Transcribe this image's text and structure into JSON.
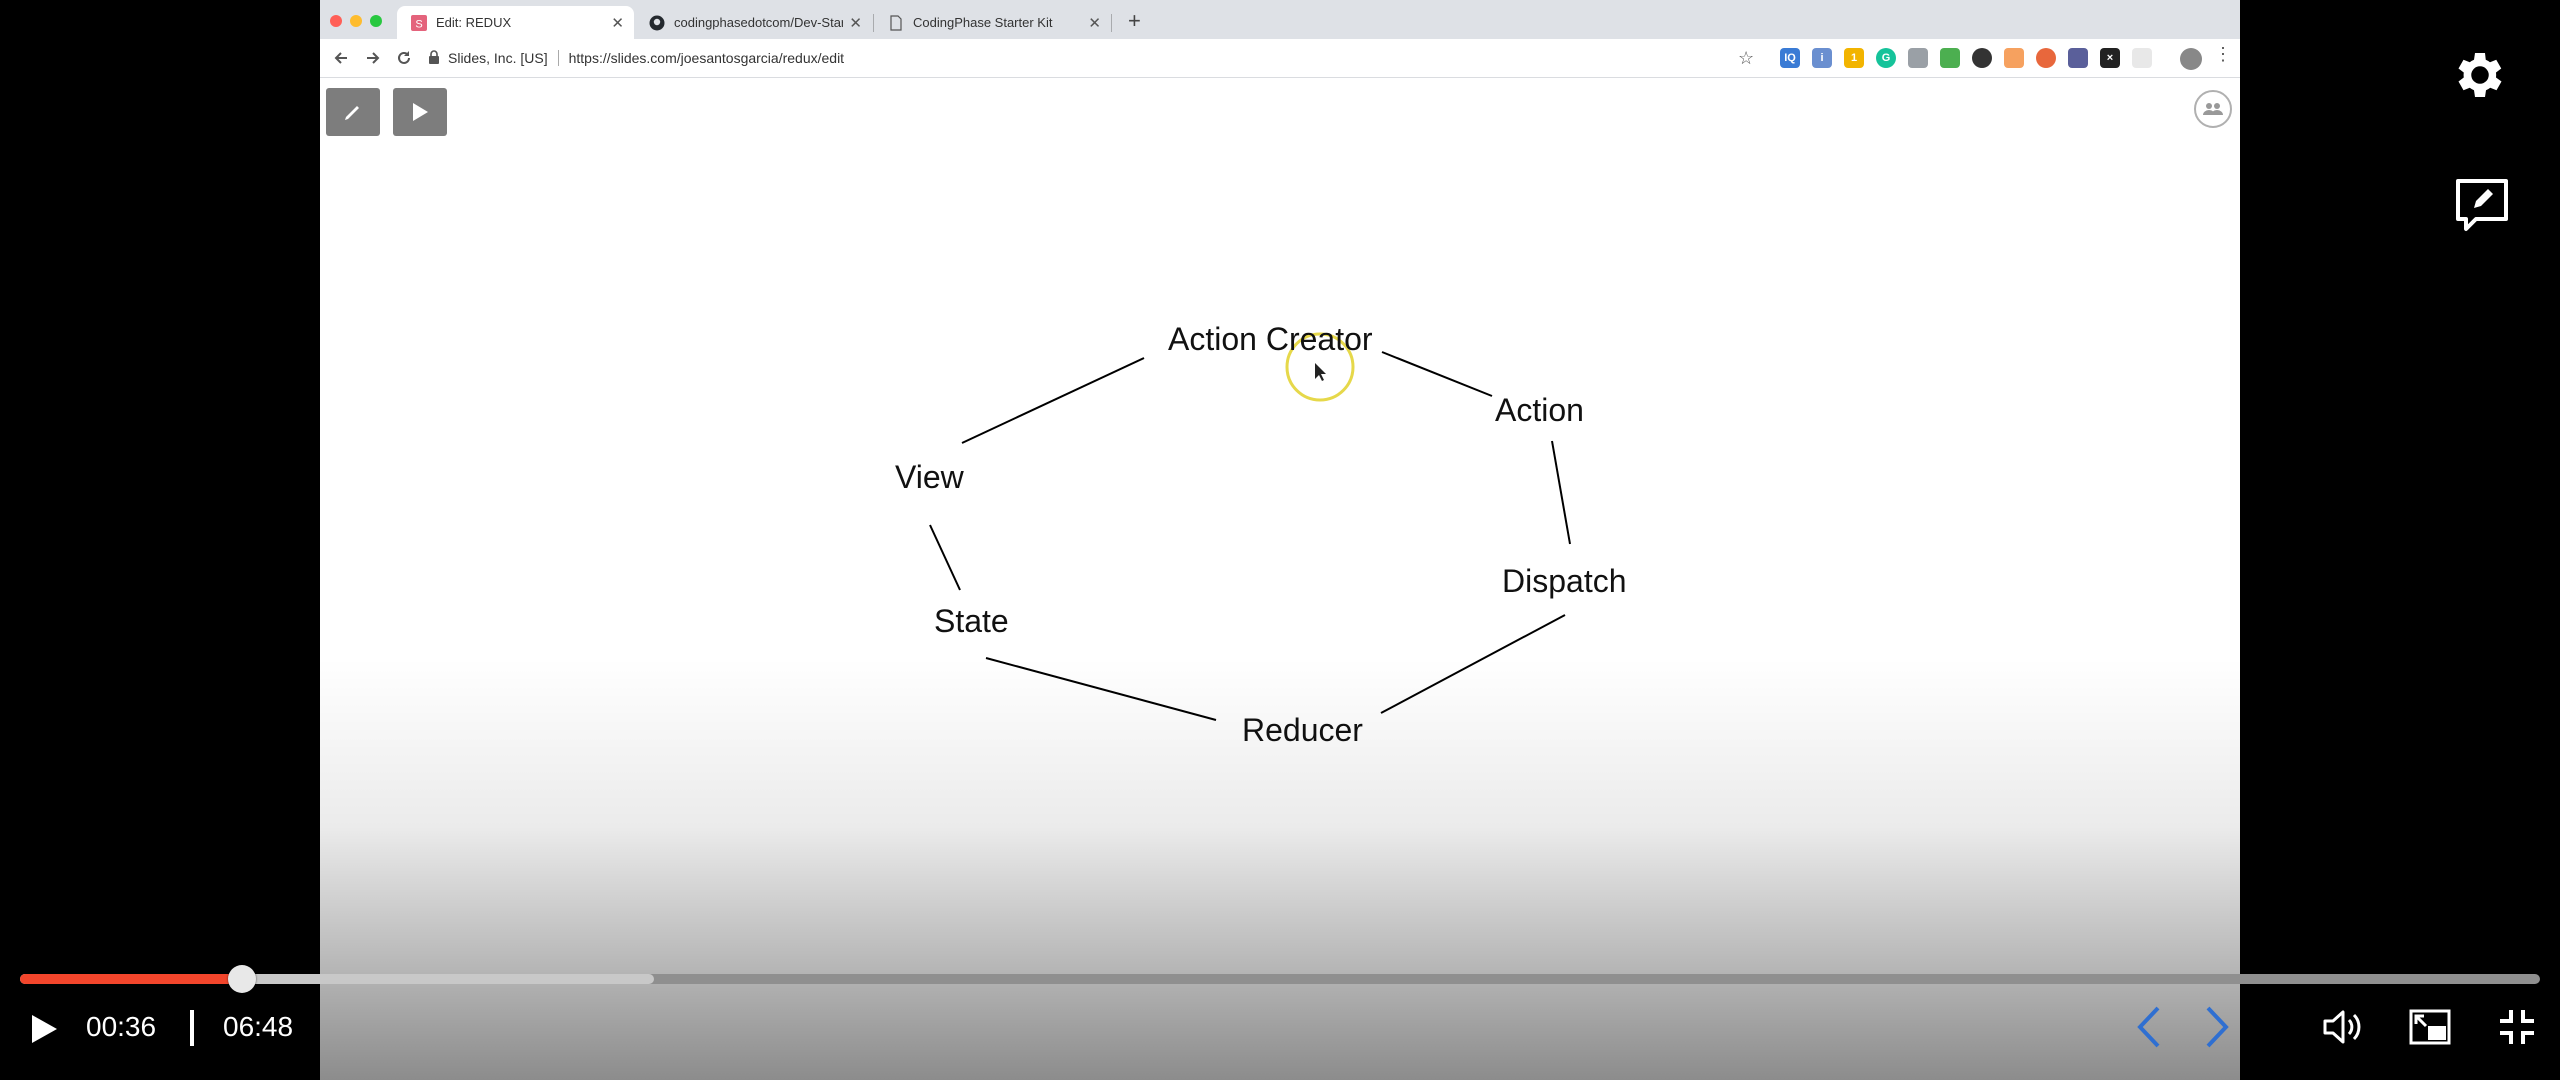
{
  "browser": {
    "tabs": [
      {
        "label": "Edit: REDUX",
        "favicon": "slides-icon",
        "active": true
      },
      {
        "label": "codingphasedotcom/Dev-Star",
        "favicon": "github-icon",
        "active": false
      },
      {
        "label": "CodingPhase Starter Kit",
        "favicon": "page-icon",
        "active": false
      }
    ],
    "new_tab_label": "+",
    "site_identity": "Slides, Inc. [US]",
    "url": "https://slides.com/joesantosgarcia/redux/edit"
  },
  "diagram": {
    "nodes": {
      "action_creator": "Action Creator",
      "action": "Action",
      "dispatch": "Dispatch",
      "reducer": "Reducer",
      "state": "State",
      "view": "View"
    }
  },
  "player": {
    "current_time": "00:36",
    "total_time": "06:48",
    "progress_fraction": 0.0882,
    "buffered_fraction": 0.2516,
    "colors": {
      "played": "#f2452b",
      "buffer": "#c8c8c8",
      "track": "#8f8f8f"
    }
  }
}
